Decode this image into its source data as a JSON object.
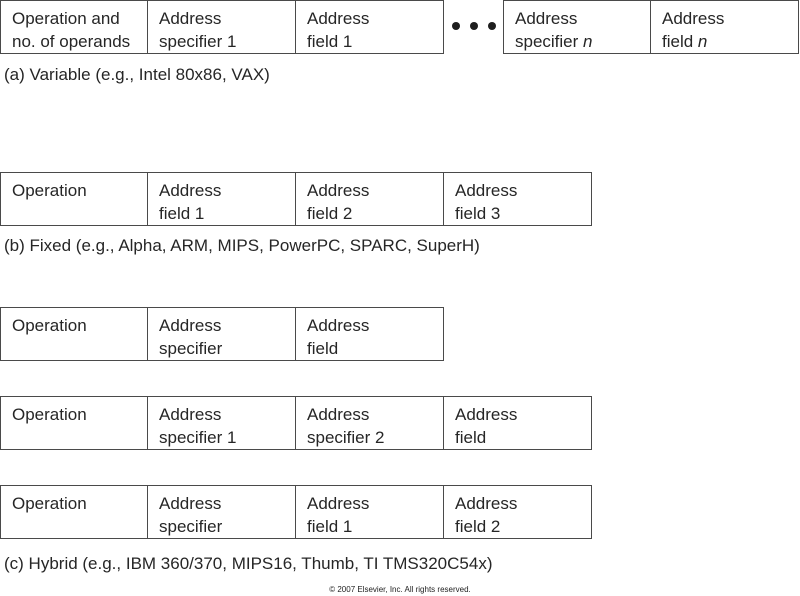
{
  "variable": {
    "left_cells": [
      {
        "line1": "Operation and",
        "line2": "no. of operands"
      },
      {
        "line1": "Address",
        "line2": "specifier 1"
      },
      {
        "line1": "Address",
        "line2": "field 1"
      }
    ],
    "right_cells": [
      {
        "line1": "Address",
        "line2": "specifier ",
        "suffix": "n"
      },
      {
        "line1": "Address",
        "line2": "field ",
        "suffix": "n"
      }
    ],
    "caption": "(a) Variable (e.g., Intel 80x86, VAX)"
  },
  "fixed": {
    "cells": [
      {
        "line1": "Operation",
        "line2": ""
      },
      {
        "line1": "Address",
        "line2": "field 1"
      },
      {
        "line1": "Address",
        "line2": "field 2"
      },
      {
        "line1": "Address",
        "line2": "field 3"
      }
    ],
    "caption": "(b) Fixed (e.g., Alpha, ARM, MIPS, PowerPC, SPARC, SuperH)"
  },
  "hybrid": {
    "formats": [
      {
        "cells": [
          {
            "line1": "Operation",
            "line2": ""
          },
          {
            "line1": "Address",
            "line2": "specifier"
          },
          {
            "line1": "Address",
            "line2": "field"
          }
        ]
      },
      {
        "cells": [
          {
            "line1": "Operation",
            "line2": ""
          },
          {
            "line1": "Address",
            "line2": "specifier 1"
          },
          {
            "line1": "Address",
            "line2": "specifier 2"
          },
          {
            "line1": "Address",
            "line2": "field"
          }
        ]
      },
      {
        "cells": [
          {
            "line1": "Operation",
            "line2": ""
          },
          {
            "line1": "Address",
            "line2": "specifier"
          },
          {
            "line1": "Address",
            "line2": "field 1"
          },
          {
            "line1": "Address",
            "line2": "field 2"
          }
        ]
      }
    ],
    "caption": "(c) Hybrid (e.g., IBM 360/370,  MIPS16, Thumb, TI TMS320C54x)"
  },
  "copyright": "© 2007 Elsevier, Inc. All rights reserved."
}
